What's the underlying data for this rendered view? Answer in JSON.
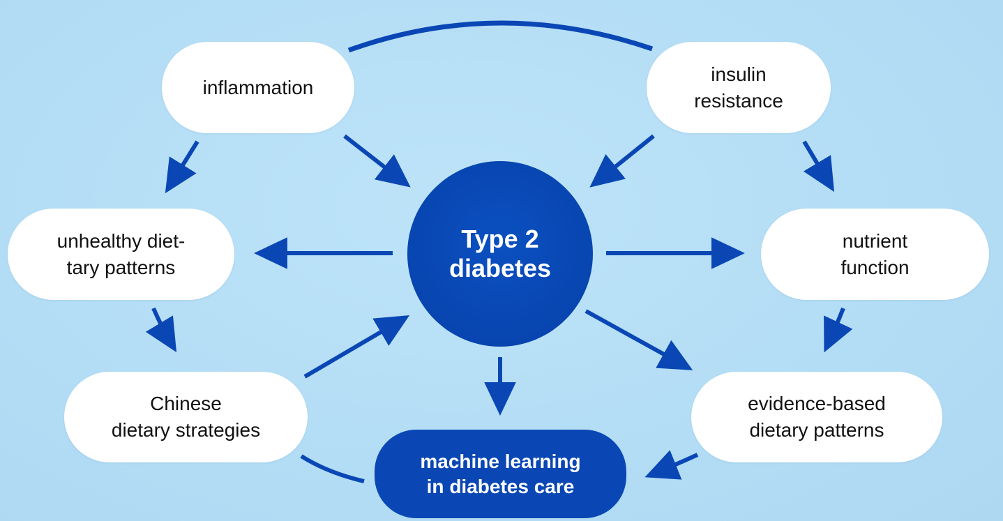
{
  "diagram": {
    "colors": {
      "background": "#b6dff6",
      "accent": "#0a47b5",
      "node_white": "#ffffff",
      "text_dark": "#111111",
      "text_light": "#ffffff"
    },
    "nodes": {
      "center": {
        "label": "Type 2\ndiabetes"
      },
      "inflammation": {
        "label": "inflammation"
      },
      "insulin_resistance": {
        "label": "insulin\nresistance"
      },
      "unhealthy_patterns": {
        "label": "unhealthy diet-\ntary patterns"
      },
      "nutrient_function": {
        "label": "nutrient\nfunction"
      },
      "chinese_strategies": {
        "label": "Chinese\ndietary strategies"
      },
      "evidence_patterns": {
        "label": "evidence-based\ndietary patterns"
      },
      "machine_learning": {
        "label": "machine learning\nin diabetes care"
      }
    },
    "edges": [
      {
        "from": "inflammation",
        "to": "insulin_resistance",
        "style": "arc",
        "arrow": false
      },
      {
        "from": "inflammation",
        "to": "unhealthy_patterns",
        "arrow": true
      },
      {
        "from": "inflammation",
        "to": "center",
        "arrow": true
      },
      {
        "from": "insulin_resistance",
        "to": "center",
        "arrow": true
      },
      {
        "from": "insulin_resistance",
        "to": "nutrient_function",
        "arrow": true
      },
      {
        "from": "center",
        "to": "unhealthy_patterns",
        "arrow": true
      },
      {
        "from": "center",
        "to": "nutrient_function",
        "arrow": true
      },
      {
        "from": "unhealthy_patterns",
        "to": "chinese_strategies",
        "arrow": true
      },
      {
        "from": "nutrient_function",
        "to": "evidence_patterns",
        "arrow": true
      },
      {
        "from": "chinese_strategies",
        "to": "center",
        "arrow": true
      },
      {
        "from": "center",
        "to": "evidence_patterns",
        "arrow": true
      },
      {
        "from": "center",
        "to": "machine_learning",
        "arrow": true
      },
      {
        "from": "chinese_strategies",
        "to": "machine_learning",
        "style": "arc",
        "arrow": false
      },
      {
        "from": "evidence_patterns",
        "to": "machine_learning",
        "arrow": true
      }
    ]
  }
}
